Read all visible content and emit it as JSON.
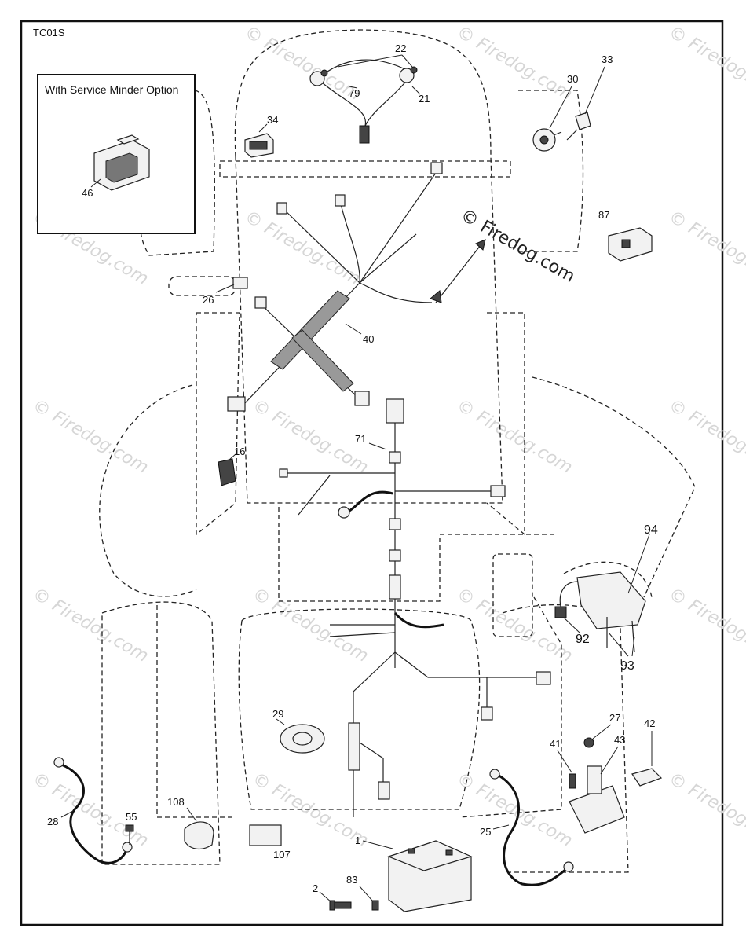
{
  "diagram_code": "TC01S",
  "inset": {
    "title": "With Service Minder Option"
  },
  "watermark": "© Firedog.com",
  "callouts": {
    "c22": "22",
    "c79": "79",
    "c21": "21",
    "c34": "34",
    "c30": "30",
    "c33": "33",
    "c46": "46",
    "c87": "87",
    "c26": "26",
    "c40": "40",
    "c71": "71",
    "c16": "16",
    "c94": "94",
    "c92": "92",
    "c93": "93",
    "c29": "29",
    "c27": "27",
    "c42": "42",
    "c41": "41",
    "c43": "43",
    "c28": "28",
    "c55": "55",
    "c108": "108",
    "c107": "107",
    "c1": "1",
    "c25": "25",
    "c2": "2",
    "c83": "83"
  }
}
